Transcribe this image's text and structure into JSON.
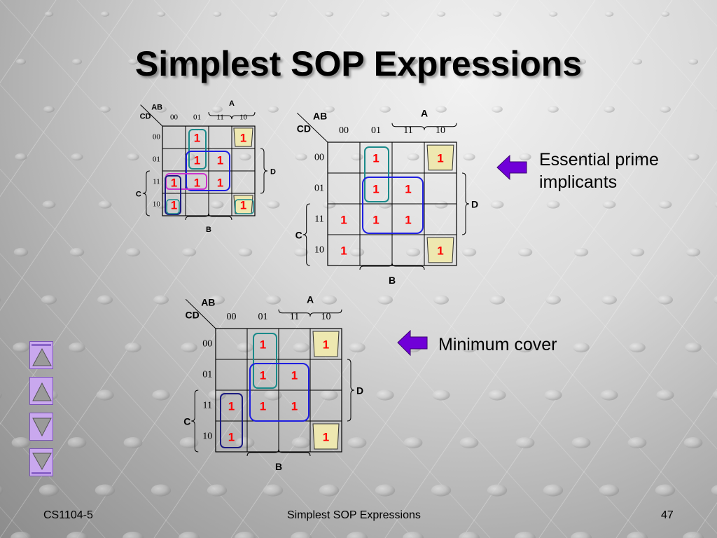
{
  "slide": {
    "title": "Simplest SOP Expressions",
    "footer_left": "CS1104-5",
    "footer_center": "Simplest SOP Expressions",
    "page_number": "47"
  },
  "captions": {
    "essential": "Essential prime implicants",
    "minimum": "Minimum cover"
  },
  "kmap": {
    "row_var": "CD",
    "col_var": "AB",
    "col_codes": [
      "00",
      "01",
      "11",
      "10"
    ],
    "row_codes": [
      "00",
      "01",
      "11",
      "10"
    ],
    "var_a": "A",
    "var_b": "B",
    "var_c": "C",
    "var_d": "D",
    "one": "1",
    "ones": [
      [
        0,
        1
      ],
      [
        0,
        3
      ],
      [
        1,
        1
      ],
      [
        1,
        2
      ],
      [
        2,
        0
      ],
      [
        2,
        1
      ],
      [
        2,
        2
      ],
      [
        3,
        0
      ],
      [
        3,
        3
      ]
    ]
  },
  "nav": [
    "first-slide",
    "previous-slide",
    "next-slide",
    "last-slide"
  ],
  "colors": {
    "arrow": "#7000d8",
    "teal_group": "#1a8a8a",
    "blue_group": "#1e1ee0",
    "navy_group": "#1a1a80",
    "corner_fill": "#eee8b0",
    "one_text": "#ff0000"
  }
}
